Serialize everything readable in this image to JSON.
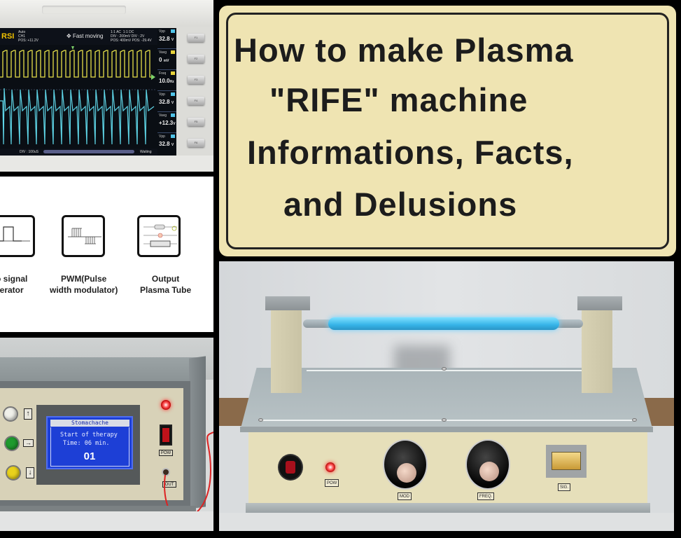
{
  "title_card": {
    "lines": [
      "How to make Plasma",
      "\"RIFE\" machine",
      "Informations, Facts,",
      "and Delusions"
    ],
    "background_color": "#efe4b2",
    "text_color": "#1c1c1c"
  },
  "oscilloscope": {
    "brand_fragment": "RSI",
    "trigger_mode": "Auto",
    "ch1_label": "CH1",
    "pos_label": "POS: +11.2V",
    "status": "Fast moving",
    "channel_info": {
      "ch1": "1:1  AC",
      "ch2": "1:1  DC",
      "div1": "DIV : 200mV",
      "div2": "DIV : 2V",
      "pos1": "POS: 400mV",
      "pos2": "POS: -29.4V"
    },
    "footer_left": "DIV : 100uS",
    "footer_right": "Waiting",
    "measurements": [
      {
        "label": "Vpp",
        "value": "32.8",
        "unit": "V",
        "channel_color": "#4fc3e8"
      },
      {
        "label": "Vavg",
        "value": "0",
        "unit": "mV",
        "channel_color": "#e6d23a"
      },
      {
        "label": "Freq",
        "value": "10.0",
        "unit": "Hz",
        "channel_color": "#e6d23a"
      },
      {
        "label": "Vpp",
        "value": "32.8",
        "unit": "V",
        "channel_color": "#4fc3e8"
      },
      {
        "label": "Vavg",
        "value": "+12.3",
        "unit": "V",
        "channel_color": "#4fc3e8"
      },
      {
        "label": "Vpp",
        "value": "32.8",
        "unit": "V",
        "channel_color": "#4fc3e8"
      }
    ],
    "function_keys": [
      "F1",
      "F2",
      "F3",
      "F4",
      "F5",
      "F6"
    ],
    "trace_colors": {
      "ch1": "#e6e04a",
      "ch2": "#5fd6e8"
    }
  },
  "block_diagram": {
    "blocks": [
      {
        "label_line1": "o signal",
        "label_line2": "erator"
      },
      {
        "label_line1": "PWM(Pulse",
        "label_line2": "width modulator)"
      },
      {
        "label_line1": "Output",
        "label_line2": "Plasma Tube"
      }
    ]
  },
  "control_box": {
    "lcd": {
      "title": "Stomachache",
      "line1": "Start of therapy",
      "line2": "Time: 06 min.",
      "counter": "01",
      "background_color": "#1d3fd6"
    },
    "buttons": [
      {
        "color": "#f0f0ea",
        "label": "↑"
      },
      {
        "color": "#1f9a2e",
        "label": "→"
      },
      {
        "color": "#e9d21c",
        "label": "↓"
      }
    ],
    "power_label": "POW",
    "output_label": "OUT"
  },
  "plasma_machine": {
    "tube_glow_color": "#36b4e8",
    "controls": [
      {
        "type": "rocker-switch",
        "label": ""
      },
      {
        "type": "led",
        "label": "POW"
      },
      {
        "type": "knob",
        "label": "MOD"
      },
      {
        "type": "knob",
        "label": "FREQ."
      },
      {
        "type": "meter",
        "label": "SIG."
      }
    ]
  }
}
